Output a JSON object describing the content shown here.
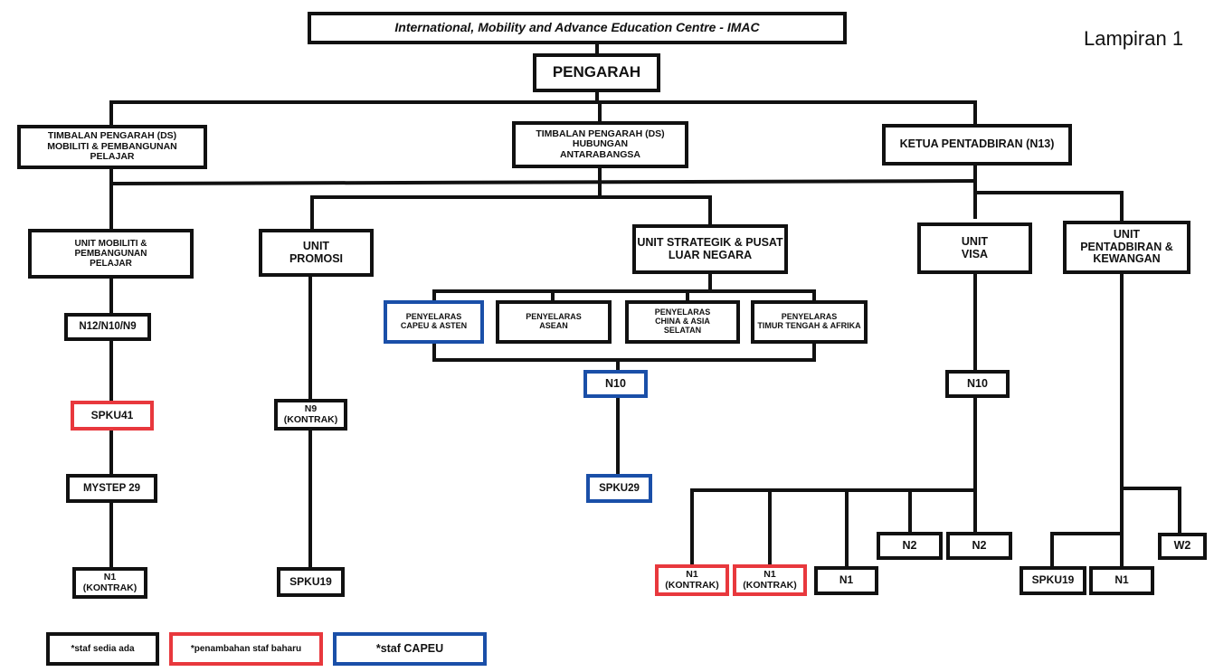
{
  "header": {
    "title": "International, Mobility and Advance Education Centre - IMAC",
    "lampiran": "Lampiran 1"
  },
  "colors": {
    "black": "#111111",
    "red": "#e8383d",
    "blue": "#1a4fa8"
  },
  "nodes": {
    "pengarah": "PENGARAH",
    "tp_mobiliti": "TIMBALAN PENGARAH (DS)\nMOBILITI & PEMBANGUNAN\nPELAJAR",
    "tp_hubungan": "TIMBALAN PENGARAH (DS)\nHUBUNGAN\nANTARABANGSA",
    "ketua_pentadbiran": "KETUA PENTADBIRAN (N13)",
    "unit_mobiliti": "UNIT MOBILITI &\nPEMBANGUNAN\nPELAJAR",
    "unit_promosi": "UNIT\nPROMOSI",
    "unit_strategik": "UNIT STRATEGIK & PUSAT\nLUAR NEGARA",
    "unit_visa": "UNIT\nVISA",
    "unit_pentadbiran": "UNIT\nPENTADBIRAN &\nKEWANGAN",
    "mob_n12": "N12/N10/N9",
    "mob_spku41": "SPKU41",
    "mob_mystep": "MYSTEP 29",
    "mob_n1": "N1\n(KONTRAK)",
    "pro_n9": "N9\n(KONTRAK)",
    "pro_spku19": "SPKU19",
    "py_capeu": "PENYELARAS\nCAPEU & ASTEN",
    "py_asean": "PENYELARAS\nASEAN",
    "py_china": "PENYELARAS\nCHINA & ASIA\nSELATAN",
    "py_timur": "PENYELARAS\nTIMUR TENGAH & AFRIKA",
    "str_n10": "N10",
    "str_spku29": "SPKU29",
    "visa_n10": "N10",
    "visa_n1k_a": "N1\n(KONTRAK)",
    "visa_n1k_b": "N1\n(KONTRAK)",
    "visa_n1": "N1",
    "visa_n2_a": "N2",
    "visa_n2_b": "N2",
    "pen_spku19": "SPKU19",
    "pen_n1": "N1",
    "pen_w2": "W2"
  },
  "legend": {
    "existing": "*staf sedia ada",
    "new": "*penambahan  staf baharu",
    "capeu": "*staf  CAPEU"
  }
}
